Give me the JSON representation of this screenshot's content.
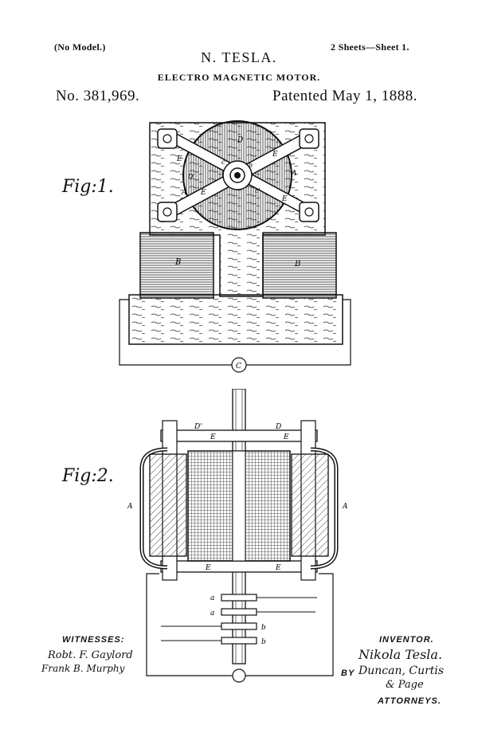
{
  "header": {
    "model_note": "(No Model.)",
    "sheets": "2 Sheets—Sheet 1.",
    "inventor_name": "N. TESLA.",
    "invention_title": "ELECTRO MAGNETIC MOTOR.",
    "patent_number": "No. 381,969.",
    "patent_date": "Patented May 1, 1888."
  },
  "figures": {
    "fig1_label": "Fig:1.",
    "fig2_label": "Fig:2.",
    "fig1_letters": [
      "D",
      "E",
      "E",
      "E",
      "E",
      "c",
      "b",
      "c'",
      "D'",
      "A",
      "A",
      "B",
      "B",
      "C"
    ],
    "fig2_letters": [
      "D'",
      "D",
      "E",
      "E",
      "E",
      "E",
      "A",
      "A",
      "a",
      "a",
      "b",
      "b"
    ]
  },
  "footer": {
    "witnesses_label": "WITNESSES:",
    "witness_1": "Robt. F. Gaylord",
    "witness_2": "Frank B. Murphy",
    "inventor_label": "INVENTOR.",
    "inventor_signature": "Nikola Tesla.",
    "by_label": "BY",
    "attorney_1": "Duncan, Curtis",
    "attorney_2": "& Page",
    "attorneys_label": "ATTORNEYS."
  }
}
